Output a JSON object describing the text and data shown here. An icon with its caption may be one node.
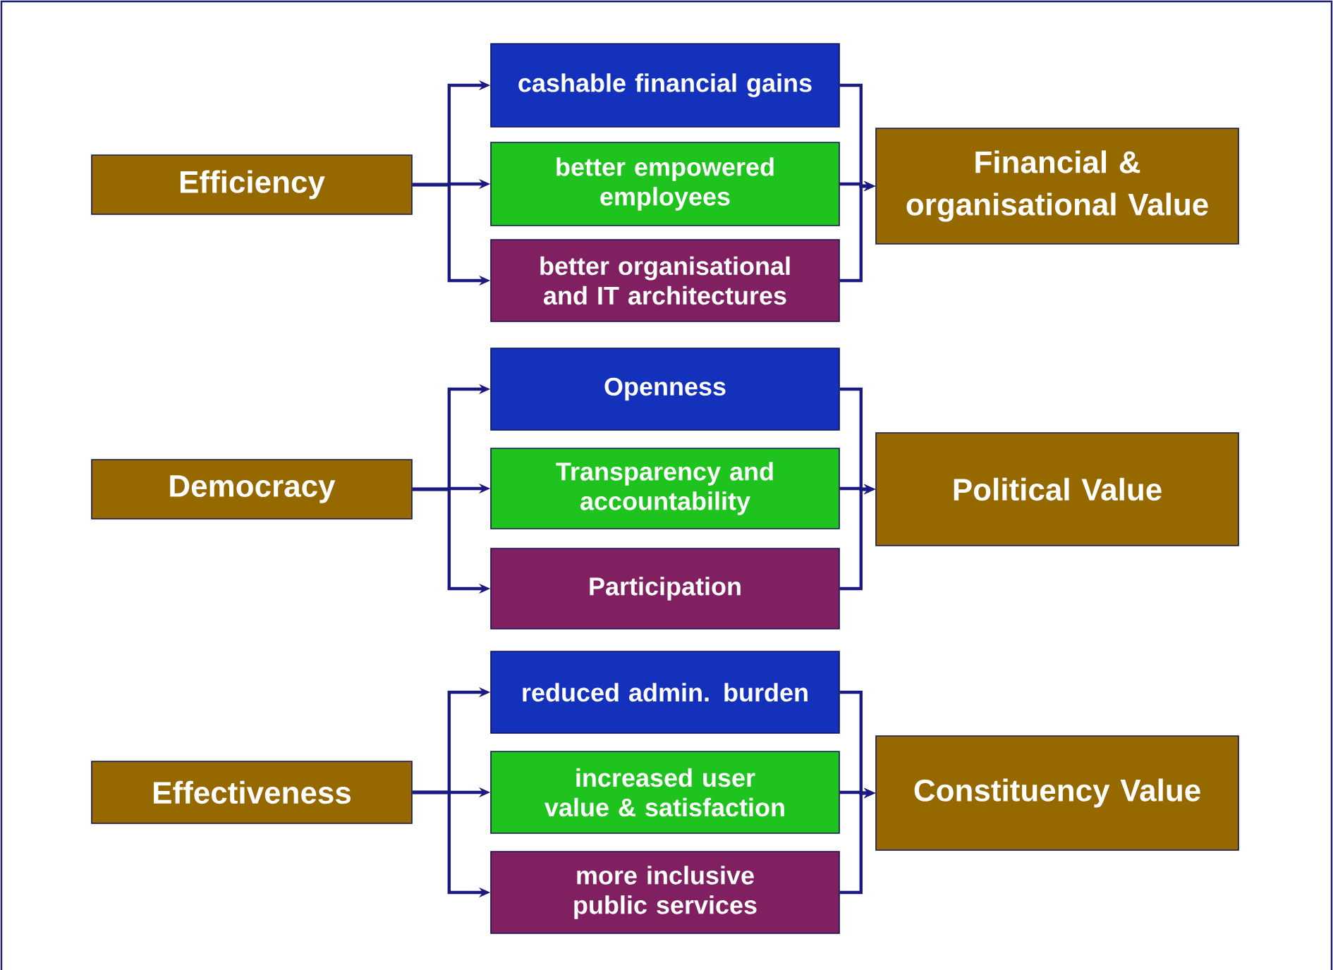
{
  "diagram": {
    "nodes": [
      {
        "text": [
          "Efficiency"
        ]
      },
      {
        "text": [
          "cashable financial gains"
        ]
      },
      {
        "text": [
          "better empowered employees"
        ]
      },
      {
        "text": [
          "better organisational and IT architectures"
        ]
      },
      {
        "text": [
          "Financial & organisational Value"
        ]
      },
      {
        "text": [
          "Democracy"
        ]
      },
      {
        "text": [
          "Openness"
        ]
      },
      {
        "text": [
          "Transparency and accountability"
        ]
      },
      {
        "text": [
          "Participation"
        ]
      },
      {
        "text": [
          "Political Value"
        ]
      },
      {
        "text": [
          "Effectiveness"
        ]
      },
      {
        "text": [
          "reduced admin. burden"
        ]
      },
      {
        "text": [
          "increased user value & satisfaction"
        ]
      },
      {
        "text": [
          "more inclusive public services"
        ]
      },
      {
        "text": [
          "Constituency Value"
        ]
      }
    ],
    "edges": [
      {
        "from": 0,
        "to": 1,
        "arrow": "to"
      },
      {
        "from": 0,
        "to": 2,
        "arrow": "to"
      },
      {
        "from": 0,
        "to": 3,
        "arrow": "to"
      },
      {
        "from": 1,
        "to": 4,
        "arrow": "to"
      },
      {
        "from": 2,
        "to": 4,
        "arrow": "to"
      },
      {
        "from": 3,
        "to": 4,
        "arrow": "to"
      },
      {
        "from": 5,
        "to": 6,
        "arrow": "to"
      },
      {
        "from": 5,
        "to": 7,
        "arrow": "to"
      },
      {
        "from": 5,
        "to": 8,
        "arrow": "to"
      },
      {
        "from": 6,
        "to": 9,
        "arrow": "to"
      },
      {
        "from": 7,
        "to": 9,
        "arrow": "to"
      },
      {
        "from": 8,
        "to": 9,
        "arrow": "to"
      },
      {
        "from": 10,
        "to": 11,
        "arrow": "to"
      },
      {
        "from": 10,
        "to": 12,
        "arrow": "to"
      },
      {
        "from": 10,
        "to": 13,
        "arrow": "to"
      },
      {
        "from": 11,
        "to": 14,
        "arrow": "to"
      },
      {
        "from": 12,
        "to": 14,
        "arrow": "to"
      },
      {
        "from": 13,
        "to": 14,
        "arrow": "to"
      }
    ]
  }
}
